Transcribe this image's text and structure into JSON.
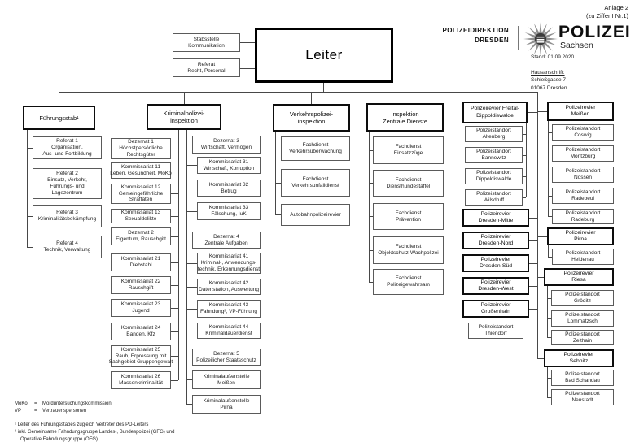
{
  "annotation": {
    "line1": "Anlage 2",
    "line2": "(zu Ziffer I Nr.1)"
  },
  "header": {
    "org_line1": "POLIZEIDIREKTION",
    "org_line2": "DRESDEN",
    "brand": "POLIZEI",
    "brand_region": "Sachsen",
    "stand": "Stand: 01.09.2020",
    "address_label": "Hausanschrift:",
    "address1": "Schießgasse 7",
    "address2": "01067 Dresden"
  },
  "icons": {
    "star": "polizei-sachsen-star-badge"
  },
  "colors": {
    "box_border": "#5a5a5a",
    "header_border": "#0d0d0d",
    "wire": "#474747"
  },
  "nodes": {
    "leiter": [
      "Leiter"
    ],
    "stabsstelle": [
      "Stabsstelle",
      "Kommunikation"
    ],
    "referat_recht": [
      "Referat",
      "Recht, Personal"
    ],
    "fuehrungsstab": [
      "Führungsstab¹"
    ],
    "kpi": [
      "Kriminalpolizei-",
      "inspektion"
    ],
    "vpi": [
      "Verkehrspolizei-",
      "inspektion"
    ],
    "izd": [
      "Inspektion",
      "Zentrale Dienste"
    ],
    "pr_freital": [
      "Polizeirevier Freital-",
      "Dippoldiswalde"
    ],
    "pr_meissen": [
      "Polizeirevier",
      "Meißen"
    ],
    "referat1": [
      "Referat 1",
      "Organisation,",
      "Aus- und Fortbildung"
    ],
    "referat2": [
      "Referat 2",
      "Einsatz, Verkehr,",
      "Führungs- und",
      "Lagezentrum"
    ],
    "referat3": [
      "Referat 3",
      "Kriminalitätsbekämpfung"
    ],
    "referat4": [
      "Referat 4",
      "Technik, Verwaltung"
    ],
    "d1": [
      "Dezernat 1",
      "Höchstpersönliche",
      "Rechtsgüter"
    ],
    "k11": [
      "Kommissariat 11",
      "Leben, Gesundheit, MoKo"
    ],
    "k12": [
      "Kommissariat 12",
      "Gemeingefährliche",
      "Straftaten"
    ],
    "k13": [
      "Kommissariat 13",
      "Sexualdelikte"
    ],
    "d2": [
      "Dezernat 2",
      "Eigentum, Rauschgift"
    ],
    "k21": [
      "Kommissariat 21",
      "Diebstahl"
    ],
    "k22": [
      "Kommissariat 22",
      "Rauschgift"
    ],
    "k23": [
      "Kommissariat 23",
      "Jugend"
    ],
    "k24": [
      "Kommissariat 24",
      "Banden, Kfz"
    ],
    "k25": [
      "Kommissariat 25",
      "Raub, Erpressung mit",
      "Sachgebiet Gruppengewalt"
    ],
    "k26": [
      "Kommissariat 26",
      "Massenkriminalität"
    ],
    "d3": [
      "Dezernat 3",
      "Wirtschaft, Vermögen"
    ],
    "k31": [
      "Kommissariat 31",
      "Wirtschaft, Korruption"
    ],
    "k32": [
      "Kommissariat 32",
      "Betrug"
    ],
    "k33": [
      "Kommissariat 33",
      "Fälschung, IuK"
    ],
    "d4": [
      "Dezernat 4",
      "Zentrale Aufgaben"
    ],
    "k41": [
      "Kommissariat 41",
      "Kriminal-, Anwendungs-",
      "technik, Erkennungsdienst"
    ],
    "k42": [
      "Kommissariat 42",
      "Datenstation, Auswertung"
    ],
    "k43": [
      "Kommissariat 43",
      "Fahndung², VP-Führung"
    ],
    "k44": [
      "Kommissariat 44",
      "Kriminaldauerdienst"
    ],
    "d5": [
      "Dezernat 5",
      "Polizeilicher Staatsschutz"
    ],
    "kas_meissen": [
      "Kriminalaußenstelle",
      "Meißen"
    ],
    "kas_pirna": [
      "Kriminalaußenstelle",
      "Pirna"
    ],
    "fd_verkehrsueberwachung": [
      "Fachdienst",
      "Verkehrsüberwachung"
    ],
    "fd_verkehrsunfalldienst": [
      "Fachdienst",
      "Verkehrsunfalldienst"
    ],
    "autobahnpolizeirevier": [
      "Autobahnpolizeirevier"
    ],
    "fd_einsatzzuege": [
      "Fachdienst",
      "Einsatzzüge"
    ],
    "fd_diensthundestaffel": [
      "Fachdienst",
      "Diensthundestaffel"
    ],
    "fd_praevention": [
      "Fachdienst",
      "Prävention"
    ],
    "fd_objektschutz": [
      "Fachdienst",
      "Objektschutz-Wachpolizei"
    ],
    "fd_polizeigewahrsam": [
      "Fachdienst",
      "Polizeigewahrsam"
    ],
    "ps_altenberg": [
      "Polizeistandort",
      "Altenberg"
    ],
    "ps_bannewitz": [
      "Polizeistandort",
      "Bannewitz"
    ],
    "ps_dippoldiswalde": [
      "Polizeistandort",
      "Dippoldiswalde"
    ],
    "ps_wilsdruff": [
      "Polizeistandort",
      "Wilsdruff"
    ],
    "pr_dd_mitte": [
      "Polizeirevier",
      "Dresden-Mitte"
    ],
    "pr_dd_nord": [
      "Polizeirevier",
      "Dresden-Nord"
    ],
    "pr_dd_sued": [
      "Polizeirevier",
      "Dresden-Süd"
    ],
    "pr_dd_west": [
      "Polizeirevier",
      "Dresden-West"
    ],
    "pr_grossenhain": [
      "Polizeirevier",
      "Großenhain"
    ],
    "ps_thiendorf": [
      "Polizeistandort",
      "Thiendorf"
    ],
    "ps_coswig": [
      "Polizeistandort",
      "Coswig"
    ],
    "ps_moritzburg": [
      "Polizeistandort",
      "Moritzburg"
    ],
    "ps_nossen": [
      "Polizeistandort",
      "Nossen"
    ],
    "ps_radebeul": [
      "Polizeistandort",
      "Radebeul"
    ],
    "ps_radeburg": [
      "Polizeistandort",
      "Radeburg"
    ],
    "pr_pirna": [
      "Polizeirevier",
      "Pirna"
    ],
    "ps_heidenau": [
      "Polizeistandort",
      "Heidenau"
    ],
    "pr_riesa": [
      "Polizeirevier",
      "Riesa"
    ],
    "ps_groeditz": [
      "Polizeistandort",
      "Gröditz"
    ],
    "ps_lommatzsch": [
      "Polizeistandort",
      "Lommatzsch"
    ],
    "ps_zeithain": [
      "Polizeistandort",
      "Zeithain"
    ],
    "pr_sebnitz": [
      "Polizeirevier",
      "Sebnitz"
    ],
    "ps_bad_schandau": [
      "Polizeistandort",
      "Bad Schandau"
    ],
    "ps_neustadt": [
      "Polizeistandort",
      "Neustadt"
    ]
  },
  "footnotes": {
    "abbr": [
      {
        "abbr": "MoKo",
        "eq": "=",
        "text": "Morduntersuchungskommission"
      },
      {
        "abbr": "VP",
        "eq": "=",
        "text": "Vertrauenspersonen"
      }
    ],
    "notes": [
      "¹ Leiter des Führungsstabes zugleich Vertreter des PD-Leiters",
      "² inkl. Gemeinsame Fahndungsgruppe Landes-, Bundespolizei (GFG) und",
      "Operative Fahndungsgruppe (OFG)"
    ]
  }
}
